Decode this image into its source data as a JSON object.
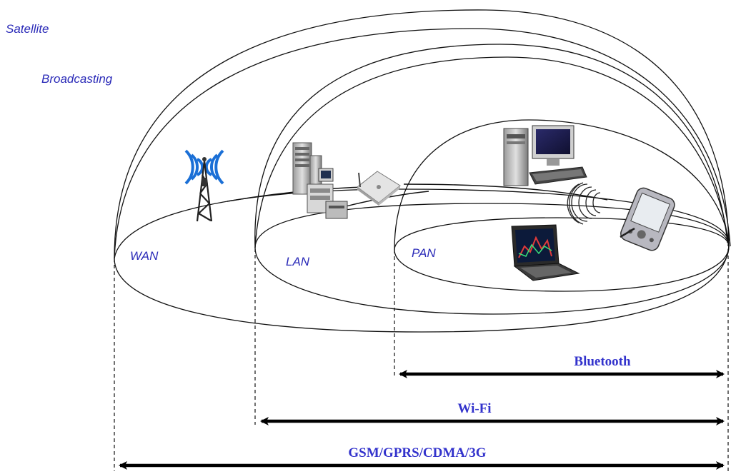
{
  "labels": {
    "satellite": "Satellite",
    "broadcasting": "Broadcasting",
    "wan": "WAN",
    "lan": "LAN",
    "pan": "PAN"
  },
  "technologies": {
    "bluetooth": "Bluetooth",
    "wifi": "Wi-Fi",
    "cellular": "GSM/GPRS/CDMA/3G"
  },
  "colors": {
    "label_blue": "#2b2bb8",
    "tech_blue": "#3333cc",
    "line": "#111111",
    "antenna_waves": "#1a6fd6"
  },
  "icons": [
    "cell-tower-icon",
    "server-rack-icon",
    "access-point-icon",
    "desktop-pc-icon",
    "pda-icon",
    "laptop-icon",
    "bluetooth-waves-icon"
  ]
}
